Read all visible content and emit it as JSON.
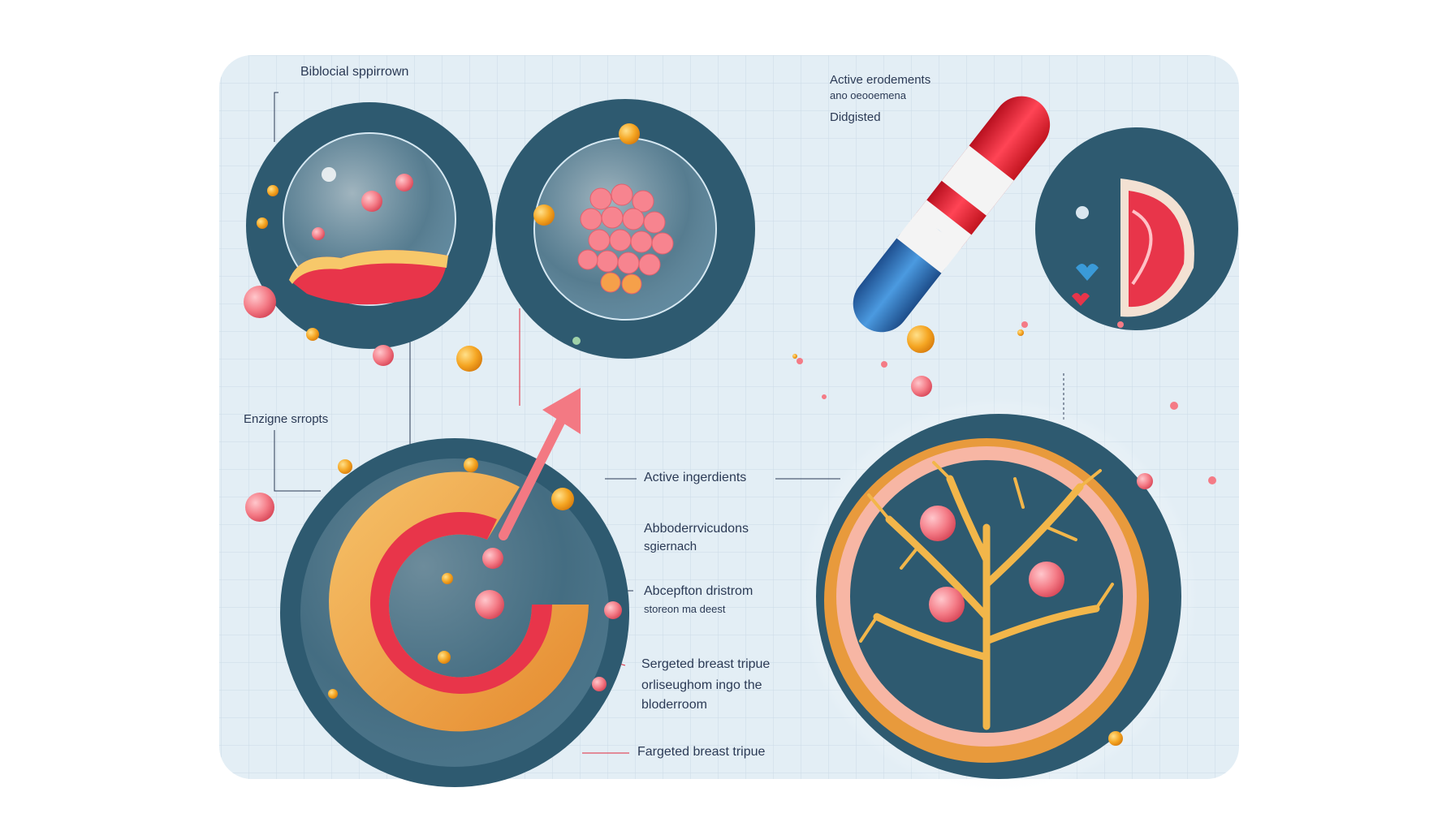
{
  "labels": {
    "biological_title": "Biblocial sppirrown",
    "active_top_line1": "Active erodements",
    "active_top_line2": "ano oeooemena",
    "active_top_line3": "Didgisted",
    "enzyme_groups": "Enzigne srropts",
    "active_ingredients": "Active ingerdients",
    "absorption_line1": "Abboderrvicudons",
    "absorption_line2": "sgiernach",
    "absorption_district_line1": "Abcepfton dristrom",
    "absorption_district_line2": "storeon ma deest",
    "targeted_line1": "Sergeted breast tripue",
    "targeted_line2": "orliseughom ingo the",
    "targeted_line3": "bloderroom",
    "targeted_bottom": "Fargeted breast tripue"
  },
  "colors": {
    "panel_bg": "#e3eef5",
    "grid": "#c8d9e6",
    "circle_dark": "#2e5a70",
    "accent_red": "#e0283a",
    "tablet_pink": "#f47b86",
    "orange_dot": "#f5a623",
    "tissue_orange": "#e9a24a",
    "capsule_blue": "#2c6db4"
  },
  "icons": [
    "stomach-cross-section-icon",
    "tablet-cluster-icon",
    "capsule-icon",
    "breast-tissue-icon",
    "intestine-ring-icon",
    "vascular-tissue-icon",
    "arrow-up-icon"
  ]
}
